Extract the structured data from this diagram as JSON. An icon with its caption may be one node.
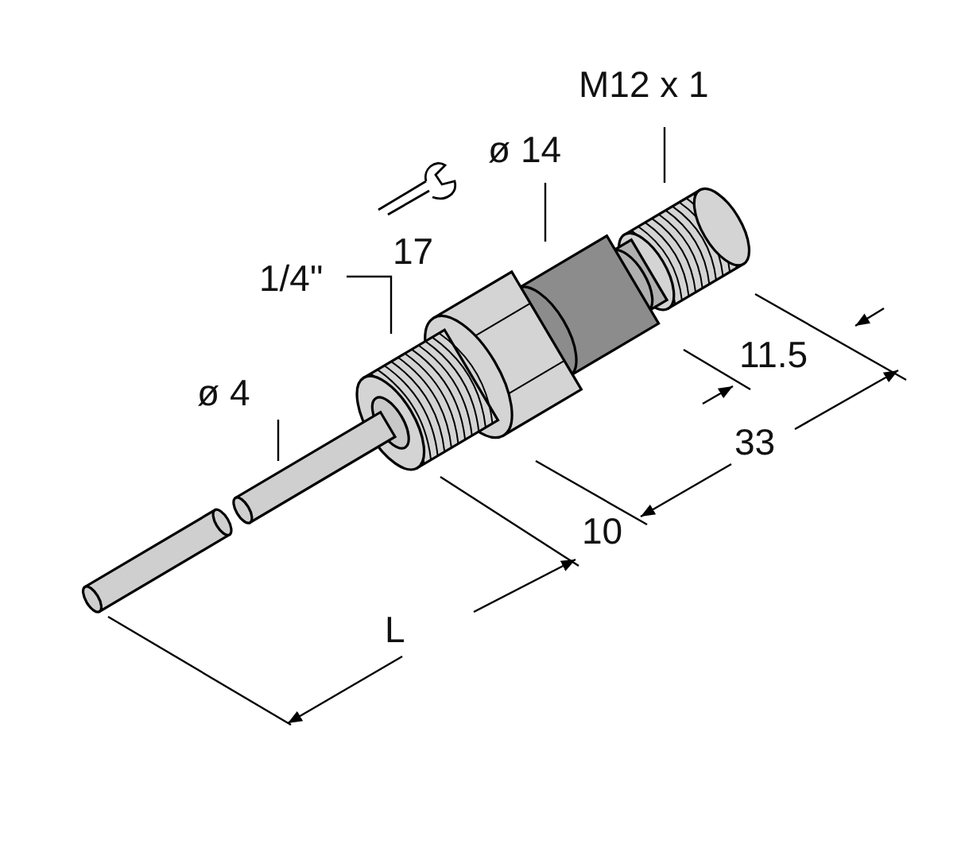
{
  "diagram": {
    "nodes": [
      {
        "text": [
          "M12 x 1"
        ]
      },
      {
        "text": [
          "ø 14"
        ]
      },
      {
        "text": [
          "1/4\""
        ]
      },
      {
        "text": [
          "ø 4"
        ]
      }
    ],
    "edges": [
      {
        "from": 0,
        "to": null,
        "arrow": "none"
      },
      {
        "from": 1,
        "to": null,
        "arrow": "none"
      },
      {
        "from": 2,
        "to": null,
        "arrow": "none"
      },
      {
        "from": 3,
        "to": null,
        "arrow": "none"
      }
    ],
    "labels": [
      "17",
      "11.5",
      "33",
      "10",
      "L"
    ]
  }
}
